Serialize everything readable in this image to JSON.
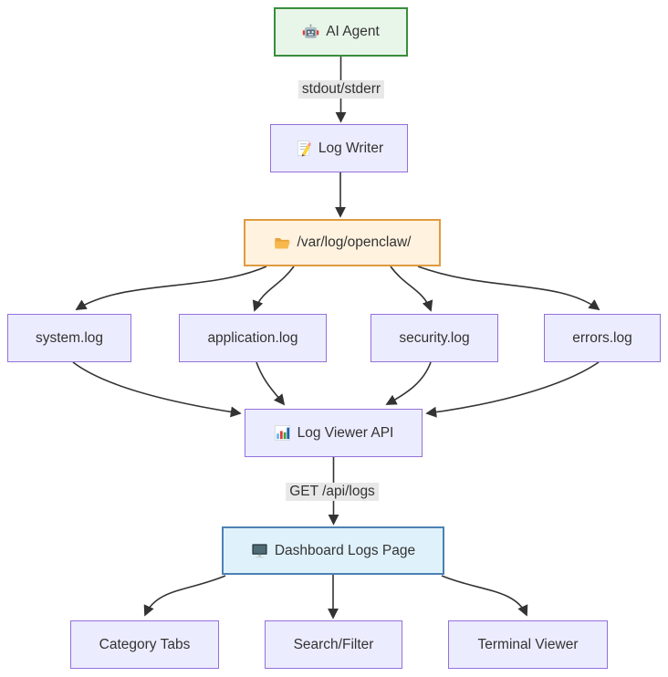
{
  "nodes": {
    "ai_agent": {
      "label": "AI Agent",
      "icon": "robot-icon"
    },
    "log_writer": {
      "label": "Log Writer",
      "icon": "memo-icon"
    },
    "log_dir": {
      "label": "/var/log/openclaw/",
      "icon": "open-folder-icon"
    },
    "system_log": {
      "label": "system.log"
    },
    "application_log": {
      "label": "application.log"
    },
    "security_log": {
      "label": "security.log"
    },
    "errors_log": {
      "label": "errors.log"
    },
    "log_viewer_api": {
      "label": "Log Viewer API",
      "icon": "bar-chart-icon"
    },
    "dashboard_page": {
      "label": "Dashboard Logs Page",
      "icon": "monitor-icon"
    },
    "category_tabs": {
      "label": "Category Tabs"
    },
    "search_filter": {
      "label": "Search/Filter"
    },
    "terminal_viewer": {
      "label": "Terminal Viewer"
    }
  },
  "edge_labels": {
    "stdout_stderr": "stdout/stderr",
    "get_api_logs": "GET /api/logs"
  },
  "edges": [
    {
      "from": "ai_agent",
      "to": "log_writer",
      "label": "stdout/stderr"
    },
    {
      "from": "log_writer",
      "to": "log_dir",
      "label": ""
    },
    {
      "from": "log_dir",
      "to": "system_log",
      "label": ""
    },
    {
      "from": "log_dir",
      "to": "application_log",
      "label": ""
    },
    {
      "from": "log_dir",
      "to": "security_log",
      "label": ""
    },
    {
      "from": "log_dir",
      "to": "errors_log",
      "label": ""
    },
    {
      "from": "system_log",
      "to": "log_viewer_api",
      "label": ""
    },
    {
      "from": "application_log",
      "to": "log_viewer_api",
      "label": ""
    },
    {
      "from": "security_log",
      "to": "log_viewer_api",
      "label": ""
    },
    {
      "from": "errors_log",
      "to": "log_viewer_api",
      "label": ""
    },
    {
      "from": "log_viewer_api",
      "to": "dashboard_page",
      "label": "GET /api/logs"
    },
    {
      "from": "dashboard_page",
      "to": "category_tabs",
      "label": ""
    },
    {
      "from": "dashboard_page",
      "to": "search_filter",
      "label": ""
    },
    {
      "from": "dashboard_page",
      "to": "terminal_viewer",
      "label": ""
    }
  ],
  "colors": {
    "default_node_fill": "#ececff",
    "default_node_border": "#9370db",
    "agent_fill": "#e8f5e9",
    "agent_border": "#388e3c",
    "dir_fill": "#fff2df",
    "dir_border": "#e09a40",
    "dashboard_fill": "#dff1fb",
    "dashboard_border": "#4d80b3",
    "edge_color": "#333333",
    "edge_label_bg": "#e8e8e8",
    "text_color": "#333333",
    "background": "#ffffff"
  }
}
